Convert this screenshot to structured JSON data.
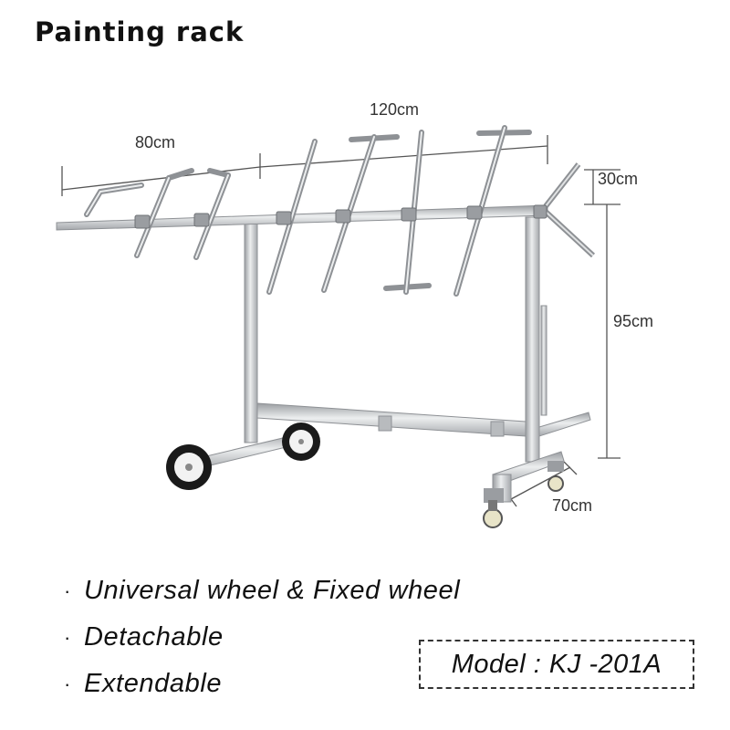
{
  "title": "Painting rack",
  "dimensions": {
    "width_total": "120cm",
    "width_section": "80cm",
    "arm_height": "30cm",
    "height": "95cm",
    "depth": "70cm"
  },
  "features": [
    "Universal wheel & Fixed wheel",
    "Detachable",
    "Extendable"
  ],
  "model": "Model : KJ -201A",
  "colors": {
    "frame": "#c9cbcd",
    "frame_dark": "#8e9195",
    "text": "#111111"
  }
}
